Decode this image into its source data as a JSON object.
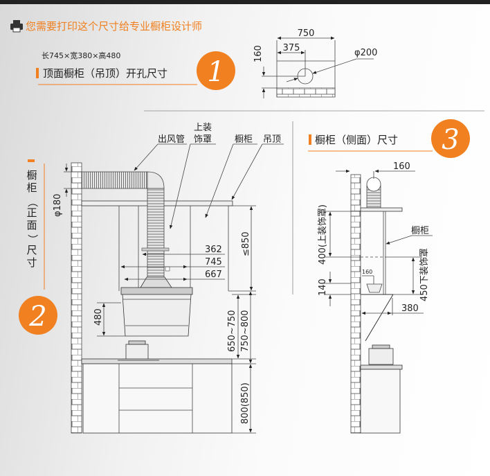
{
  "header": {
    "print_icon": "printer-icon",
    "title": "您需要打印这个尺寸给专业橱柜设计师"
  },
  "section1": {
    "dimensions_note": "长745×宽380×高480",
    "title": "顶面橱柜（吊顶）开孔尺寸",
    "number": "1",
    "dim_width": "750",
    "dim_center": "375",
    "dim_depth": "160",
    "dim_hole": "φ200"
  },
  "section2": {
    "title_chars": [
      "橱",
      "柜",
      "（",
      "正",
      "面",
      "）",
      "尺",
      "寸"
    ],
    "number": "2",
    "labels": {
      "duct": "出风管",
      "upper_cover_1": "上装",
      "upper_cover_2": "饰罩",
      "cabinet": "橱柜",
      "ceiling": "吊顶"
    },
    "dims": {
      "duct_dia": "φ180",
      "d362": "362",
      "d745": "745",
      "d667": "667",
      "max850": "≤850",
      "d480": "480",
      "d650_750": "650~750",
      "d750_800": "750~800",
      "d800_850": "800(850)"
    }
  },
  "section3": {
    "title": "橱柜（侧面）尺寸",
    "number": "3",
    "labels": {
      "cabinet": "橱柜"
    },
    "dims": {
      "top160": "160",
      "upper400": "400(上装饰罩)",
      "lower450": "450下装饰罩",
      "small160": "160",
      "d140": "140",
      "d380": "380"
    }
  },
  "colors": {
    "accent": "#f08020",
    "line": "#333333"
  }
}
